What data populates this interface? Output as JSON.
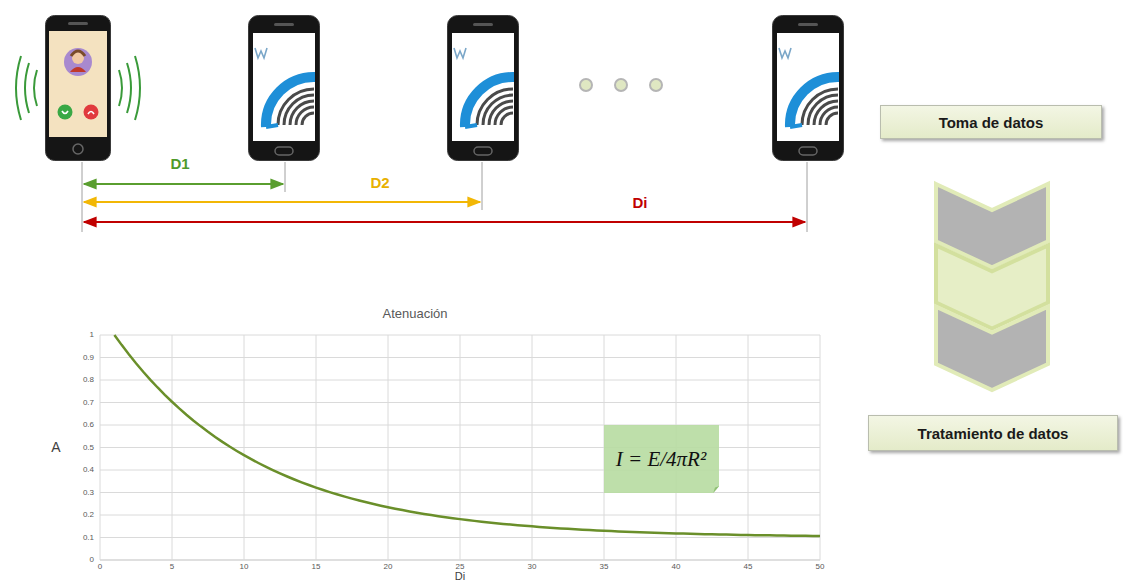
{
  "diagram": {
    "nodes": [
      {
        "text": [
          "Toma de datos"
        ]
      },
      {
        "text": [
          "Tratamiento de datos"
        ]
      },
      {
        "text": [
          "I = E/4πR²"
        ]
      }
    ],
    "edges": [
      {
        "from": 0,
        "to": 1,
        "arrow": "to"
      }
    ],
    "labels": [
      "D1",
      "D2",
      "Di",
      "Atenuación",
      "A",
      "Di",
      "0",
      "0.1",
      "0.2",
      "0.3",
      "0.4",
      "0.5",
      "0.6",
      "0.7",
      "0.8",
      "0.9",
      "1",
      "0",
      "5",
      "10",
      "15",
      "20",
      "25",
      "30",
      "35",
      "40",
      "45",
      "50"
    ]
  }
}
